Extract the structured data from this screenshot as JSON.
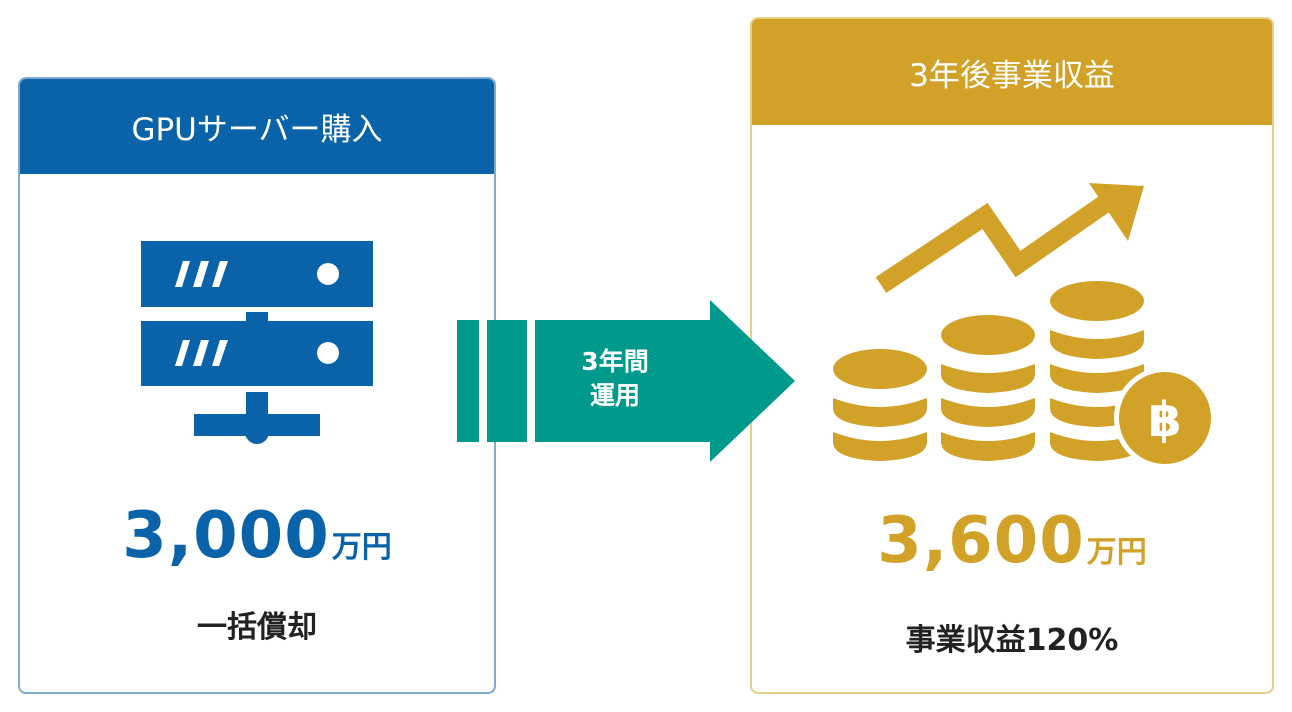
{
  "left_card": {
    "title": "GPUサーバー購入",
    "amount": "3,000",
    "unit": "万円",
    "note": "一括償却"
  },
  "arrow": {
    "line1": "3年間",
    "line2": "運用"
  },
  "right_card": {
    "title": "3年後事業収益",
    "amount": "3,600",
    "unit": "万円",
    "note": "事業収益120%"
  },
  "colors": {
    "blue": "#0a63a9",
    "gold": "#d1a128",
    "teal": "#009a8c"
  }
}
